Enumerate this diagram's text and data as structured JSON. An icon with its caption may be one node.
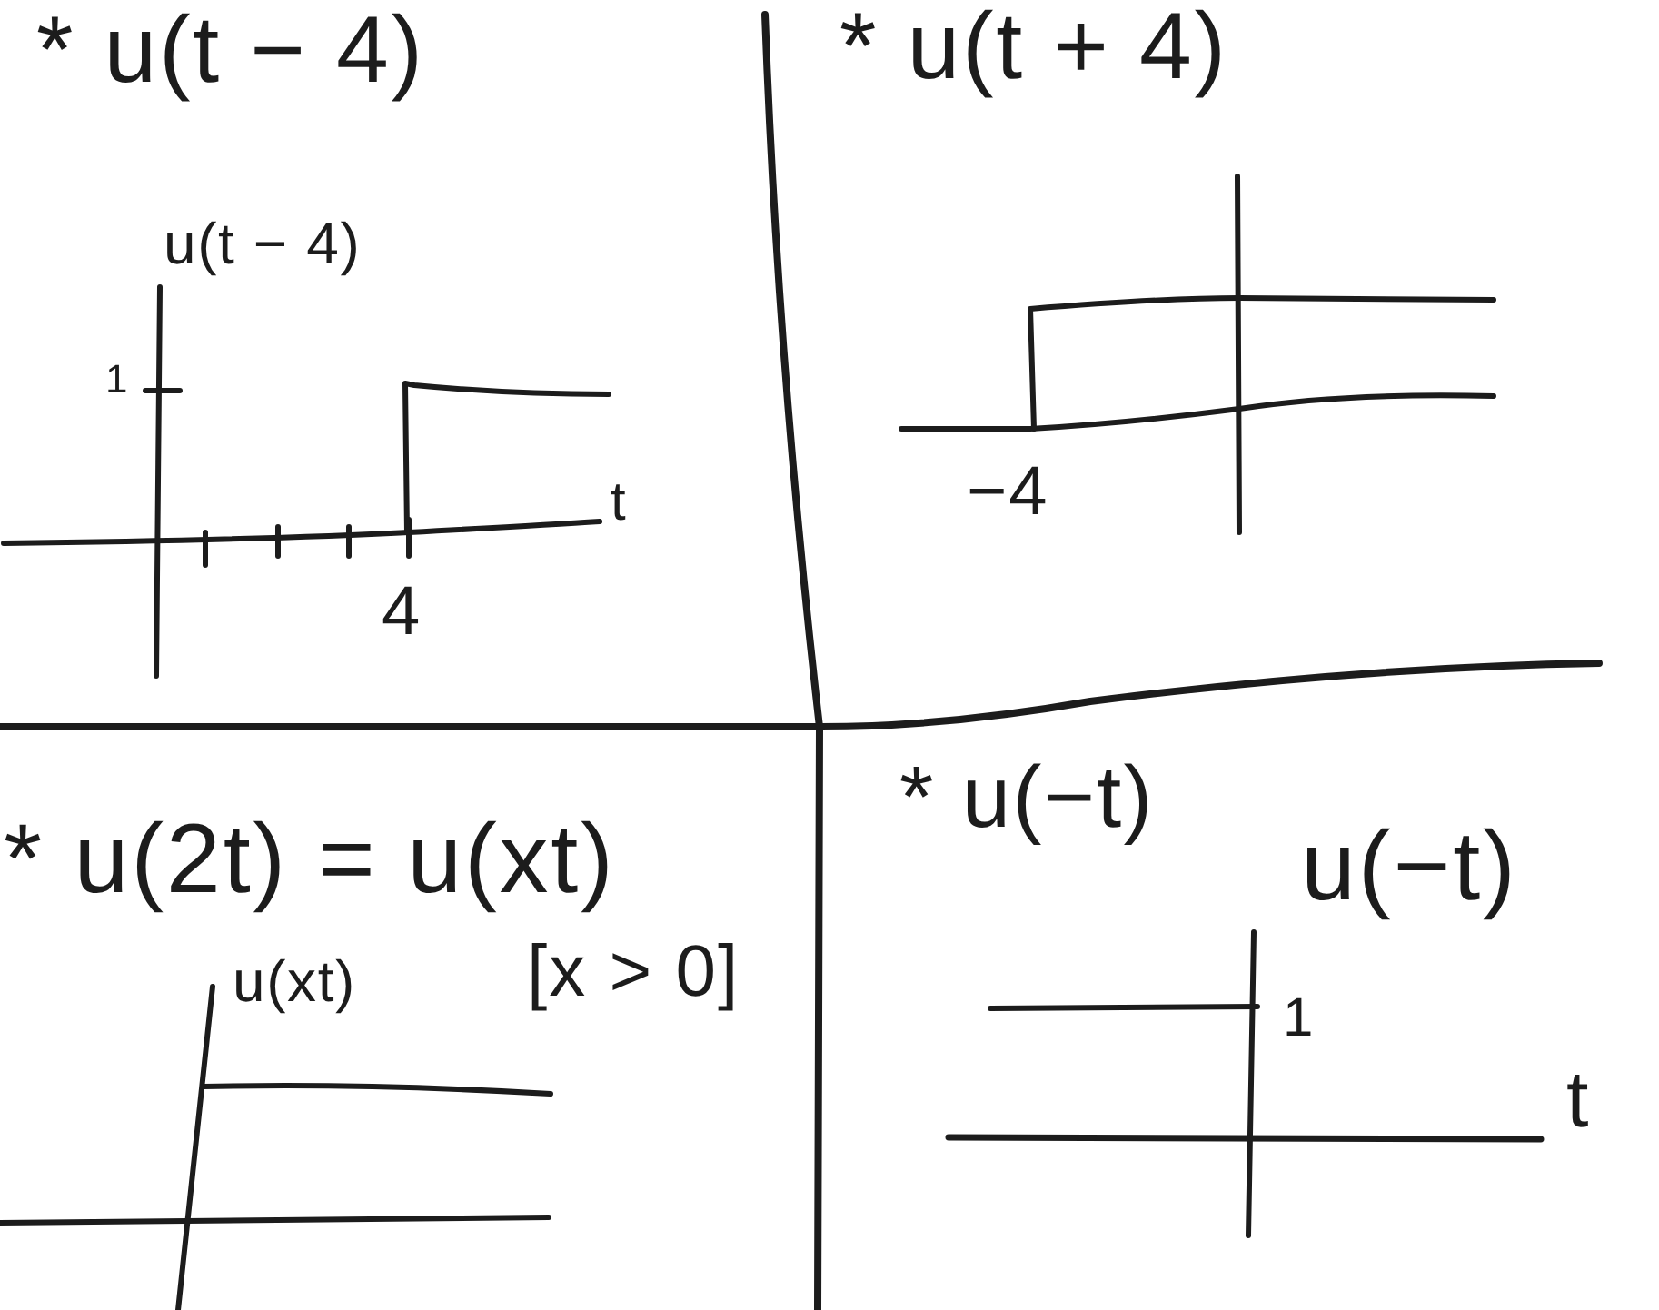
{
  "diagram": {
    "labels": [
      "* u(t − 4)",
      "u(t − 4)",
      "1",
      "t",
      "4",
      "* u(t + 4)",
      "−4",
      "* u(2t) = u(xt)",
      "u(xt)",
      "[x > 0]",
      "* u(−t)",
      "u(−t)",
      "1",
      "t"
    ]
  }
}
